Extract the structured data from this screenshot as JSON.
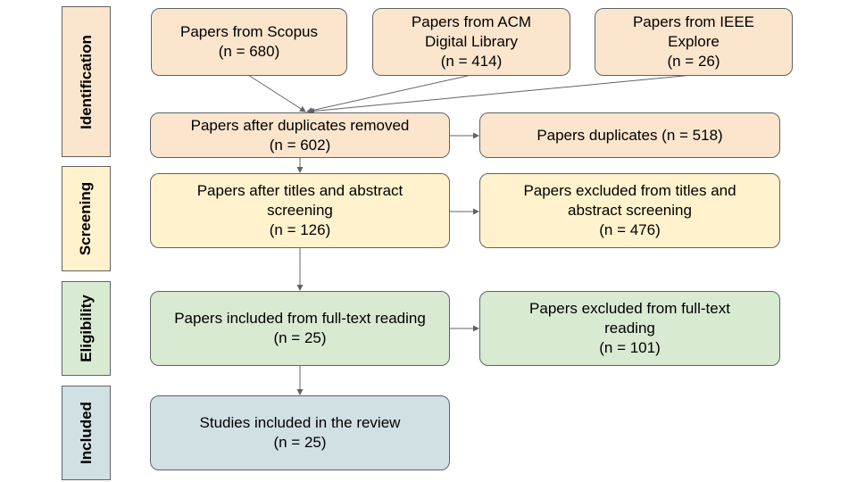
{
  "colors": {
    "identification": "#fce5cd",
    "screening": "#fff2cc",
    "eligibility": "#d9ead3",
    "included": "#d0e0e3",
    "border": "#5f6368"
  },
  "phases": {
    "identification": "Identification",
    "screening": "Screening",
    "eligibility": "Eligibility",
    "included": "Included"
  },
  "boxes": {
    "scopus": {
      "label": "Papers from Scopus",
      "count": "(n = 680)"
    },
    "acm": {
      "label": "Papers from ACM Digital Library",
      "count": "(n = 414)"
    },
    "ieee": {
      "label": "Papers from IEEE Explore",
      "count": "(n = 26)"
    },
    "after_duplicates": {
      "label": "Papers after duplicates removed",
      "count": "(n = 602)"
    },
    "duplicates": {
      "label": "Papers duplicates (n = 518)"
    },
    "after_screening": {
      "label": "Papers after titles and abstract screening",
      "count": "(n = 126)"
    },
    "excluded_screening": {
      "label": "Papers excluded from titles and abstract screening",
      "count": "(n = 476)"
    },
    "included_fulltext": {
      "label": "Papers included from full-text reading",
      "count": "(n = 25)"
    },
    "excluded_fulltext": {
      "label": "Papers excluded from full-text reading",
      "count": "(n = 101)"
    },
    "review": {
      "label": "Studies included in the review",
      "count": "(n = 25)"
    }
  }
}
